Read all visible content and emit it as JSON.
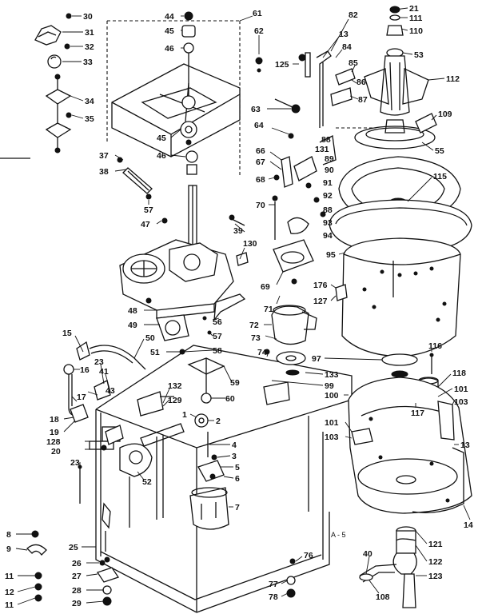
{
  "callouts": [
    {
      "id": "c30",
      "text": "30"
    },
    {
      "id": "c31",
      "text": "31"
    },
    {
      "id": "c32",
      "text": "32"
    },
    {
      "id": "c33",
      "text": "33"
    },
    {
      "id": "c34",
      "text": "34"
    },
    {
      "id": "c35",
      "text": "35"
    },
    {
      "id": "c37",
      "text": "37"
    },
    {
      "id": "c38",
      "text": "38"
    },
    {
      "id": "c57a",
      "text": "57"
    },
    {
      "id": "c44",
      "text": "44"
    },
    {
      "id": "c45a",
      "text": "45"
    },
    {
      "id": "c46a",
      "text": "46"
    },
    {
      "id": "c61",
      "text": "61"
    },
    {
      "id": "c62",
      "text": "62"
    },
    {
      "id": "c45b",
      "text": "45"
    },
    {
      "id": "c46b",
      "text": "46"
    },
    {
      "id": "c47",
      "text": "47"
    },
    {
      "id": "c82",
      "text": "82"
    },
    {
      "id": "c13a",
      "text": "13"
    },
    {
      "id": "c84",
      "text": "84"
    },
    {
      "id": "c85",
      "text": "85"
    },
    {
      "id": "c86",
      "text": "86"
    },
    {
      "id": "c87",
      "text": "87"
    },
    {
      "id": "c125",
      "text": "125"
    },
    {
      "id": "c63",
      "text": "63"
    },
    {
      "id": "c64",
      "text": "64"
    },
    {
      "id": "c66",
      "text": "66"
    },
    {
      "id": "c67",
      "text": "67"
    },
    {
      "id": "c68",
      "text": "68"
    },
    {
      "id": "c70",
      "text": "70"
    },
    {
      "id": "c88a",
      "text": "88"
    },
    {
      "id": "c131",
      "text": "131"
    },
    {
      "id": "c89",
      "text": "89"
    },
    {
      "id": "c90",
      "text": "90"
    },
    {
      "id": "c91",
      "text": "91"
    },
    {
      "id": "c92",
      "text": "92"
    },
    {
      "id": "c88b",
      "text": "88"
    },
    {
      "id": "c93",
      "text": "93"
    },
    {
      "id": "c94",
      "text": "94"
    },
    {
      "id": "c21",
      "text": "21"
    },
    {
      "id": "c111",
      "text": "111"
    },
    {
      "id": "c110",
      "text": "110"
    },
    {
      "id": "c53",
      "text": "53"
    },
    {
      "id": "c112",
      "text": "112"
    },
    {
      "id": "c109",
      "text": "109"
    },
    {
      "id": "c55",
      "text": "55"
    },
    {
      "id": "c115",
      "text": "115"
    },
    {
      "id": "c95",
      "text": "95"
    },
    {
      "id": "c39",
      "text": "39"
    },
    {
      "id": "c130",
      "text": "130"
    },
    {
      "id": "c69",
      "text": "69"
    },
    {
      "id": "c176",
      "text": "176"
    },
    {
      "id": "c127",
      "text": "127"
    },
    {
      "id": "c71",
      "text": "71"
    },
    {
      "id": "c72",
      "text": "72"
    },
    {
      "id": "c73",
      "text": "73"
    },
    {
      "id": "c74",
      "text": "74"
    },
    {
      "id": "c48",
      "text": "48"
    },
    {
      "id": "c49",
      "text": "49"
    },
    {
      "id": "c56",
      "text": "56"
    },
    {
      "id": "c57b",
      "text": "57"
    },
    {
      "id": "c58",
      "text": "58"
    },
    {
      "id": "c50",
      "text": "50"
    },
    {
      "id": "c51",
      "text": "51"
    },
    {
      "id": "c15",
      "text": "15"
    },
    {
      "id": "c16",
      "text": "16"
    },
    {
      "id": "c23a",
      "text": "23"
    },
    {
      "id": "c41",
      "text": "41"
    },
    {
      "id": "c43",
      "text": "43"
    },
    {
      "id": "c17",
      "text": "17"
    },
    {
      "id": "c18",
      "text": "18"
    },
    {
      "id": "c19",
      "text": "19"
    },
    {
      "id": "c128",
      "text": "128"
    },
    {
      "id": "c20",
      "text": "20"
    },
    {
      "id": "c52",
      "text": "52"
    },
    {
      "id": "c23b",
      "text": "23"
    },
    {
      "id": "c132",
      "text": "132"
    },
    {
      "id": "c129",
      "text": "129"
    },
    {
      "id": "c59",
      "text": "59"
    },
    {
      "id": "c60",
      "text": "60"
    },
    {
      "id": "c1",
      "text": "1"
    },
    {
      "id": "c2",
      "text": "2"
    },
    {
      "id": "c4",
      "text": "4"
    },
    {
      "id": "c3",
      "text": "3"
    },
    {
      "id": "c5",
      "text": "5"
    },
    {
      "id": "c6",
      "text": "6"
    },
    {
      "id": "c7",
      "text": "7"
    },
    {
      "id": "c97",
      "text": "97"
    },
    {
      "id": "c116",
      "text": "116"
    },
    {
      "id": "c133",
      "text": "133"
    },
    {
      "id": "c99",
      "text": "99"
    },
    {
      "id": "c100",
      "text": "100"
    },
    {
      "id": "c118",
      "text": "118"
    },
    {
      "id": "c101a",
      "text": "101"
    },
    {
      "id": "c103a",
      "text": "103"
    },
    {
      "id": "c117",
      "text": "117"
    },
    {
      "id": "c101b",
      "text": "101"
    },
    {
      "id": "c103b",
      "text": "103"
    },
    {
      "id": "c13b",
      "text": "13"
    },
    {
      "id": "c14",
      "text": "14"
    },
    {
      "id": "c8",
      "text": "8"
    },
    {
      "id": "c9",
      "text": "9"
    },
    {
      "id": "c25",
      "text": "25"
    },
    {
      "id": "c26",
      "text": "26"
    },
    {
      "id": "c27",
      "text": "27"
    },
    {
      "id": "c28",
      "text": "28"
    },
    {
      "id": "c29",
      "text": "29"
    },
    {
      "id": "c11a",
      "text": "11"
    },
    {
      "id": "c12",
      "text": "12"
    },
    {
      "id": "c11b",
      "text": "11"
    },
    {
      "id": "c76",
      "text": "76"
    },
    {
      "id": "c77",
      "text": "77"
    },
    {
      "id": "c78",
      "text": "78"
    },
    {
      "id": "cA5",
      "text": "A - 5"
    },
    {
      "id": "c40",
      "text": "40"
    },
    {
      "id": "c108",
      "text": "108"
    },
    {
      "id": "c121",
      "text": "121"
    },
    {
      "id": "c122",
      "text": "122"
    },
    {
      "id": "c123",
      "text": "123"
    }
  ]
}
